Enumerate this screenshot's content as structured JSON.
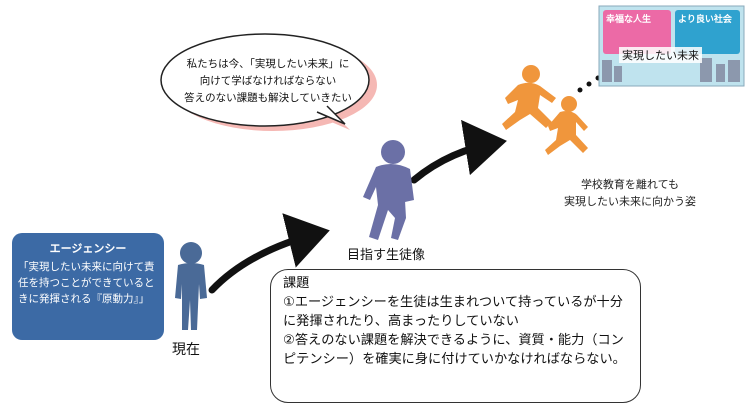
{
  "speech": {
    "line1": "私たちは今、「実現したい未来」に",
    "line2": "向けて学ばなければならない",
    "line3": "答えのない課題も解決していきたい"
  },
  "agency": {
    "title": "エージェンシー",
    "definition": "「実現したい未来に向けて責任を持つことができているときに発揮される『原動力』」"
  },
  "labels": {
    "present": "現在",
    "ideal_student": "目指す生徒像",
    "goal_line1": "学校教育を離れても",
    "goal_line2": "実現したい未来に向かう姿",
    "future": "実現したい未来"
  },
  "future_image": {
    "sign_text_1": "幸福な人生",
    "sign_text_2": "より良い社会"
  },
  "issues": {
    "title": "課題",
    "item1": "①エージェンシーを生徒は生まれついて持っているが十分に発揮されたり、高まったりしていない",
    "item2": "②答えのない課題を解決できるように、資質・能力（コンピテンシー）を確実に身に付けていかなければならない。"
  },
  "colors": {
    "agency_box": "#3c6aa5",
    "child_figure": "#4a6a97",
    "teen_figure": "#6b70a6",
    "runner": "#f0963c",
    "bubble_shadow": "#f5b8b4",
    "arrow": "#111111"
  }
}
